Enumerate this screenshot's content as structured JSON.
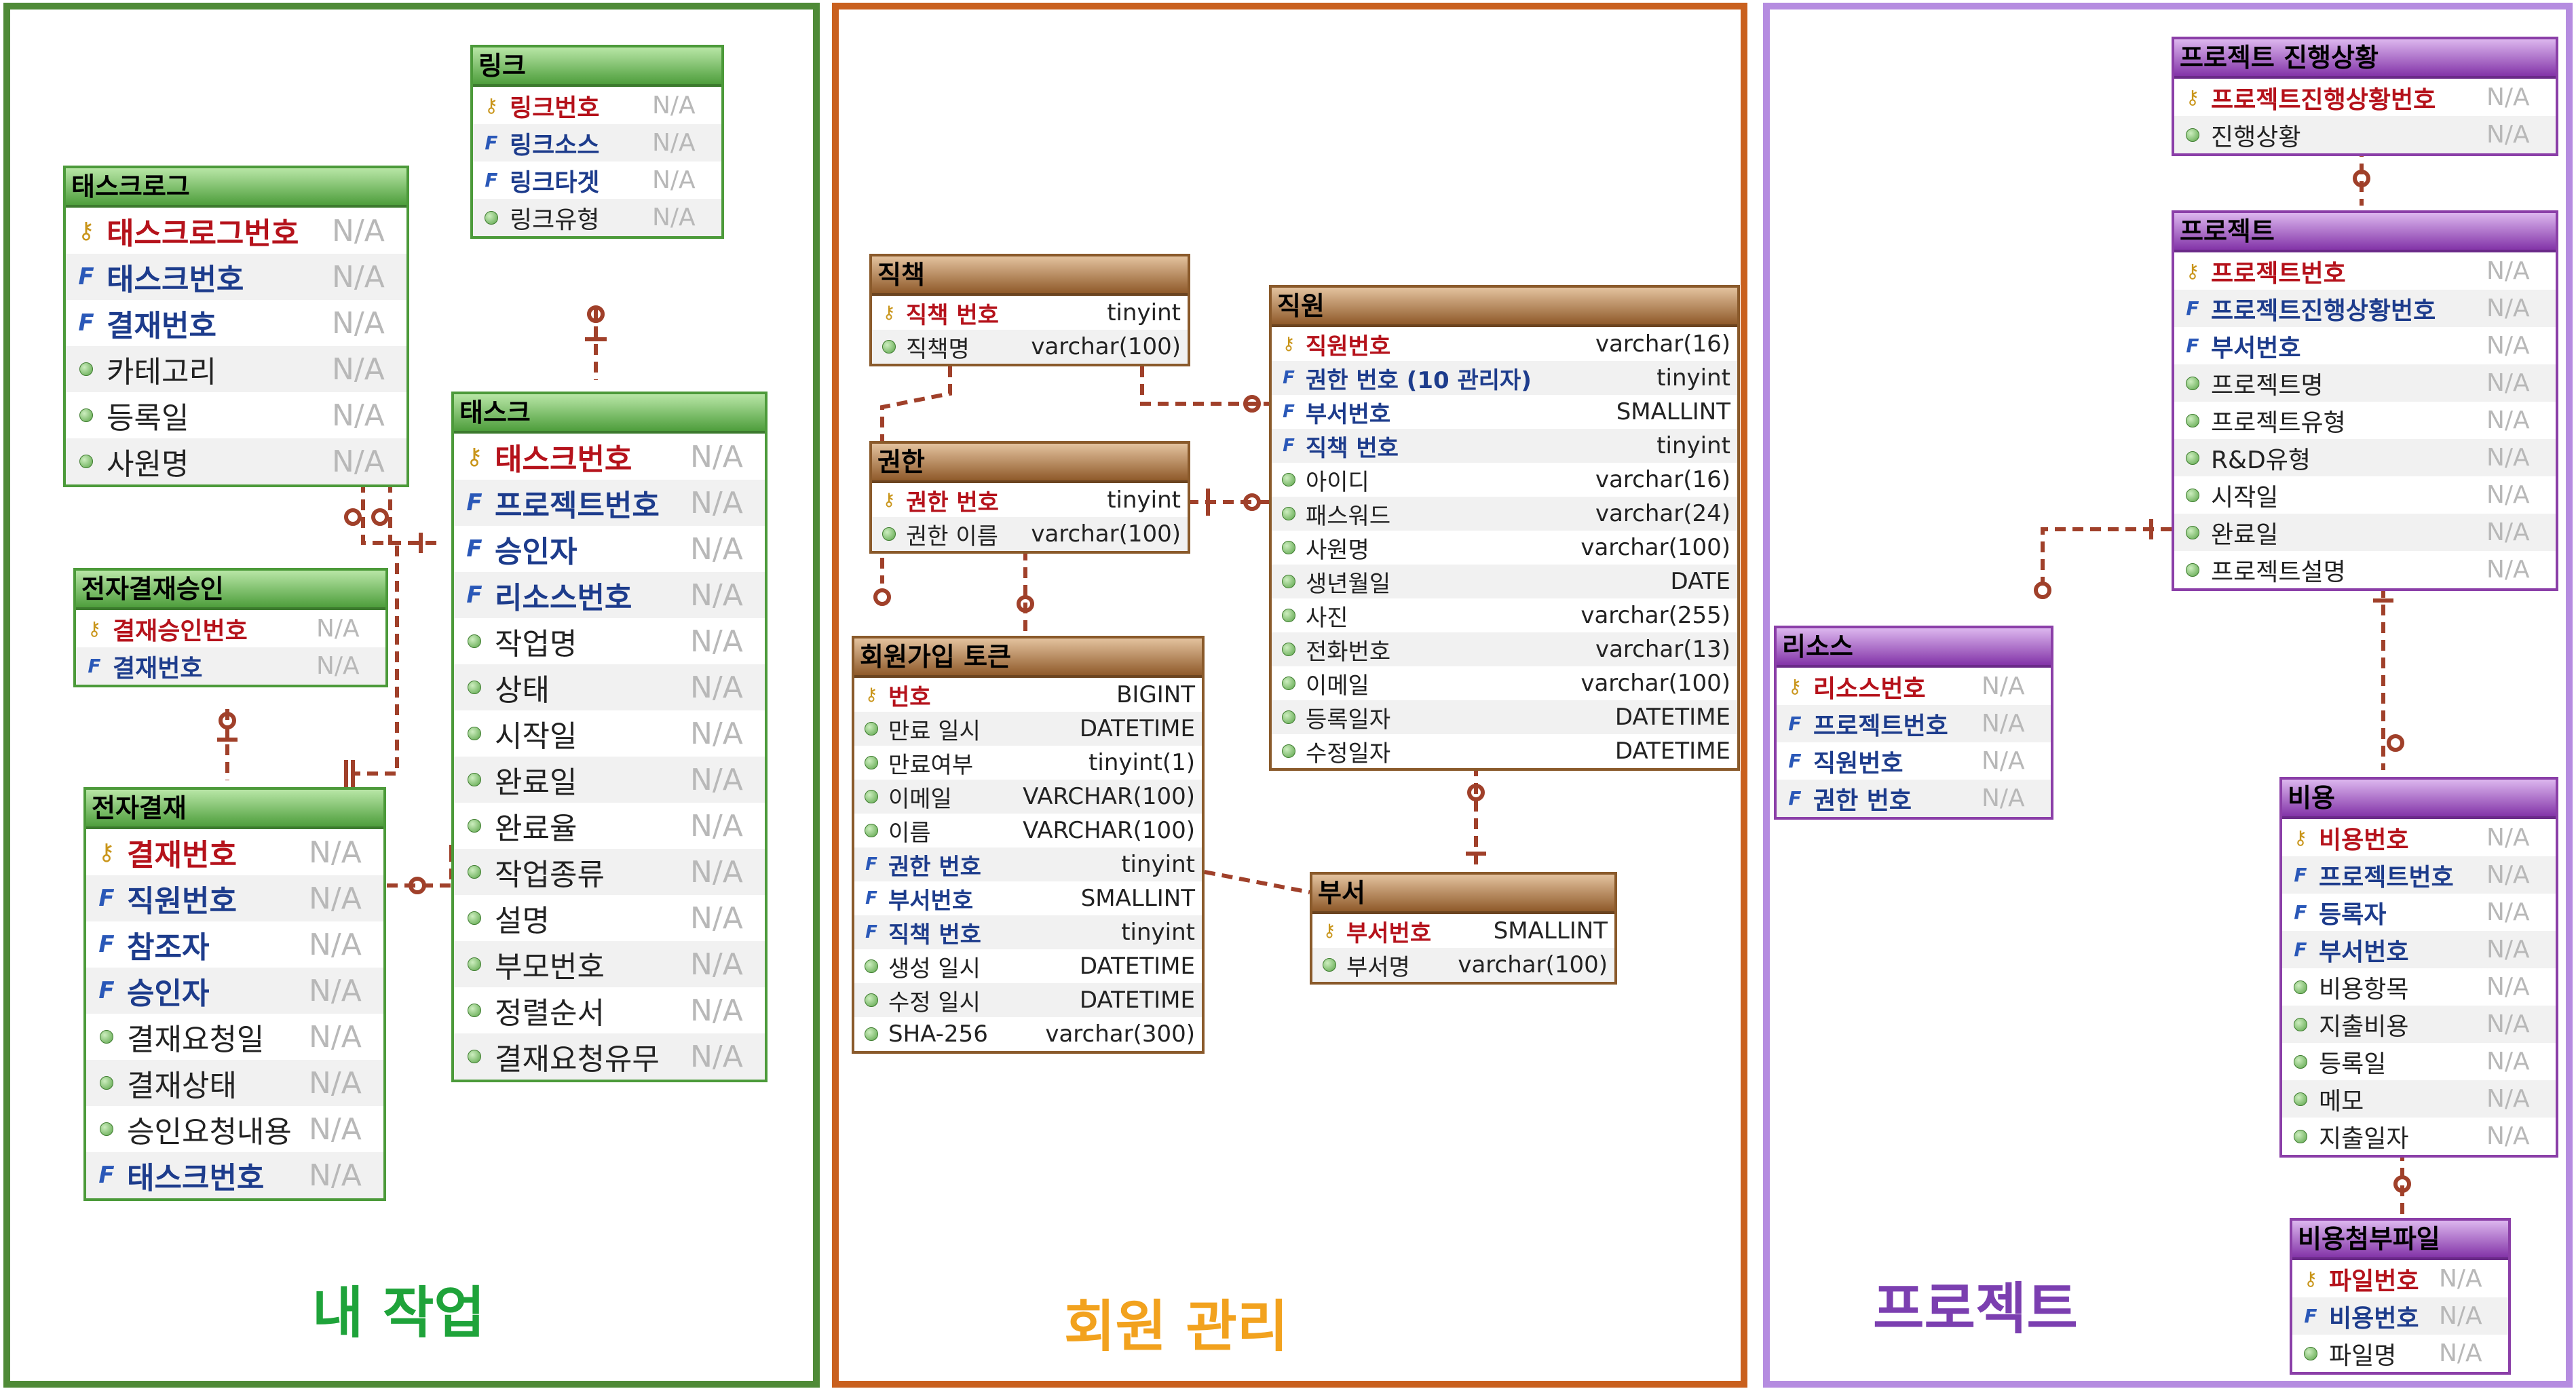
{
  "panels": {
    "work": "내 작업",
    "member": "회원 관리",
    "project": "프로젝트"
  },
  "colors": {
    "work": "#4f8a37",
    "member": "#c9601e",
    "project": "#b58ce0",
    "work_title": "#1fa33a",
    "member_title": "#f2a21e",
    "project_title": "#7b3fb0",
    "relation": "#a0402a"
  },
  "entities": [
    {
      "id": "link",
      "title": "링크",
      "rows": [
        {
          "name": "링크번호",
          "type": "N/A",
          "kind": "pk"
        },
        {
          "name": "링크소스",
          "type": "N/A",
          "kind": "fk"
        },
        {
          "name": "링크타겟",
          "type": "N/A",
          "kind": "fk"
        },
        {
          "name": "링크유형",
          "type": "N/A",
          "kind": "col"
        }
      ]
    },
    {
      "id": "tasklog",
      "title": "태스크로그",
      "rows": [
        {
          "name": "태스크로그번호",
          "type": "N/A",
          "kind": "pk"
        },
        {
          "name": "태스크번호",
          "type": "N/A",
          "kind": "fk"
        },
        {
          "name": "결재번호",
          "type": "N/A",
          "kind": "fk"
        },
        {
          "name": "카테고리",
          "type": "N/A",
          "kind": "col"
        },
        {
          "name": "등록일",
          "type": "N/A",
          "kind": "col"
        },
        {
          "name": "사원명",
          "type": "N/A",
          "kind": "col"
        }
      ]
    },
    {
      "id": "task",
      "title": "태스크",
      "rows": [
        {
          "name": "태스크번호",
          "type": "N/A",
          "kind": "pk"
        },
        {
          "name": "프로젝트번호",
          "type": "N/A",
          "kind": "fk"
        },
        {
          "name": "승인자",
          "type": "N/A",
          "kind": "fk"
        },
        {
          "name": "리소스번호",
          "type": "N/A",
          "kind": "fk"
        },
        {
          "name": "작업명",
          "type": "N/A",
          "kind": "col"
        },
        {
          "name": "상태",
          "type": "N/A",
          "kind": "col"
        },
        {
          "name": "시작일",
          "type": "N/A",
          "kind": "col"
        },
        {
          "name": "완료일",
          "type": "N/A",
          "kind": "col"
        },
        {
          "name": "완료율",
          "type": "N/A",
          "kind": "col"
        },
        {
          "name": "작업종류",
          "type": "N/A",
          "kind": "col"
        },
        {
          "name": "설명",
          "type": "N/A",
          "kind": "col"
        },
        {
          "name": "부모번호",
          "type": "N/A",
          "kind": "col"
        },
        {
          "name": "정렬순서",
          "type": "N/A",
          "kind": "col"
        },
        {
          "name": "결재요청유무",
          "type": "N/A",
          "kind": "col"
        }
      ]
    },
    {
      "id": "approval_ok",
      "title": "전자결재승인",
      "rows": [
        {
          "name": "결재승인번호",
          "type": "N/A",
          "kind": "pk"
        },
        {
          "name": "결재번호",
          "type": "N/A",
          "kind": "fk"
        }
      ]
    },
    {
      "id": "approval",
      "title": "전자결재",
      "rows": [
        {
          "name": "결재번호",
          "type": "N/A",
          "kind": "pk"
        },
        {
          "name": "직원번호",
          "type": "N/A",
          "kind": "fk"
        },
        {
          "name": "참조자",
          "type": "N/A",
          "kind": "fk"
        },
        {
          "name": "승인자",
          "type": "N/A",
          "kind": "fk"
        },
        {
          "name": "결재요청일",
          "type": "N/A",
          "kind": "col"
        },
        {
          "name": "결재상태",
          "type": "N/A",
          "kind": "col"
        },
        {
          "name": "승인요청내용",
          "type": "N/A",
          "kind": "col"
        },
        {
          "name": "태스크번호",
          "type": "N/A",
          "kind": "fk"
        }
      ]
    },
    {
      "id": "position",
      "title": "직책",
      "rows": [
        {
          "name": "직책 번호",
          "type": "tinyint",
          "kind": "pk"
        },
        {
          "name": "직책명",
          "type": "varchar(100)",
          "kind": "col"
        }
      ]
    },
    {
      "id": "authority",
      "title": "권한",
      "rows": [
        {
          "name": "권한 번호",
          "type": "tinyint",
          "kind": "pk"
        },
        {
          "name": "권한 이름",
          "type": "varchar(100)",
          "kind": "col"
        }
      ]
    },
    {
      "id": "employee",
      "title": "직원",
      "rows": [
        {
          "name": "직원번호",
          "type": "varchar(16)",
          "kind": "pk"
        },
        {
          "name": "권한 번호 (10 관리자)",
          "type": "tinyint",
          "kind": "fk"
        },
        {
          "name": "부서번호",
          "type": "SMALLINT",
          "kind": "fk"
        },
        {
          "name": "직책 번호",
          "type": "tinyint",
          "kind": "fk"
        },
        {
          "name": "아이디",
          "type": "varchar(16)",
          "kind": "col"
        },
        {
          "name": "패스워드",
          "type": "varchar(24)",
          "kind": "col"
        },
        {
          "name": "사원명",
          "type": "varchar(100)",
          "kind": "col"
        },
        {
          "name": "생년월일",
          "type": "DATE",
          "kind": "col"
        },
        {
          "name": "사진",
          "type": "varchar(255)",
          "kind": "col"
        },
        {
          "name": "전화번호",
          "type": "varchar(13)",
          "kind": "col"
        },
        {
          "name": "이메일",
          "type": "varchar(100)",
          "kind": "col"
        },
        {
          "name": "등록일자",
          "type": "DATETIME",
          "kind": "col"
        },
        {
          "name": "수정일자",
          "type": "DATETIME",
          "kind": "col"
        }
      ]
    },
    {
      "id": "signup",
      "title": "회원가입 토큰",
      "rows": [
        {
          "name": "번호",
          "type": "BIGINT",
          "kind": "pk"
        },
        {
          "name": "만료 일시",
          "type": "DATETIME",
          "kind": "col"
        },
        {
          "name": "만료여부",
          "type": "tinyint(1)",
          "kind": "col"
        },
        {
          "name": "이메일",
          "type": "VARCHAR(100)",
          "kind": "col"
        },
        {
          "name": "이름",
          "type": "VARCHAR(100)",
          "kind": "col"
        },
        {
          "name": "권한 번호",
          "type": "tinyint",
          "kind": "fk"
        },
        {
          "name": "부서번호",
          "type": "SMALLINT",
          "kind": "fk"
        },
        {
          "name": "직책 번호",
          "type": "tinyint",
          "kind": "fk"
        },
        {
          "name": "생성 일시",
          "type": "DATETIME",
          "kind": "col"
        },
        {
          "name": "수정 일시",
          "type": "DATETIME",
          "kind": "col"
        },
        {
          "name": "SHA-256",
          "type": "varchar(300)",
          "kind": "col"
        }
      ]
    },
    {
      "id": "dept",
      "title": "부서",
      "rows": [
        {
          "name": "부서번호",
          "type": "SMALLINT",
          "kind": "pk"
        },
        {
          "name": "부서명",
          "type": "varchar(100)",
          "kind": "col"
        }
      ]
    },
    {
      "id": "progress",
      "title": "프로젝트 진행상황",
      "rows": [
        {
          "name": "프로젝트진행상황번호",
          "type": "N/A",
          "kind": "pk"
        },
        {
          "name": "진행상황",
          "type": "N/A",
          "kind": "col"
        }
      ]
    },
    {
      "id": "project",
      "title": "프로젝트",
      "rows": [
        {
          "name": "프로젝트번호",
          "type": "N/A",
          "kind": "pk"
        },
        {
          "name": "프로젝트진행상황번호",
          "type": "N/A",
          "kind": "fk"
        },
        {
          "name": "부서번호",
          "type": "N/A",
          "kind": "fk"
        },
        {
          "name": "프로젝트명",
          "type": "N/A",
          "kind": "col"
        },
        {
          "name": "프로젝트유형",
          "type": "N/A",
          "kind": "col"
        },
        {
          "name": "R&D유형",
          "type": "N/A",
          "kind": "col"
        },
        {
          "name": "시작일",
          "type": "N/A",
          "kind": "col"
        },
        {
          "name": "완료일",
          "type": "N/A",
          "kind": "col"
        },
        {
          "name": "프로젝트설명",
          "type": "N/A",
          "kind": "col"
        }
      ]
    },
    {
      "id": "resource",
      "title": "리소스",
      "rows": [
        {
          "name": "리소스번호",
          "type": "N/A",
          "kind": "pk"
        },
        {
          "name": "프로젝트번호",
          "type": "N/A",
          "kind": "fk"
        },
        {
          "name": "직원번호",
          "type": "N/A",
          "kind": "fk"
        },
        {
          "name": "권한 번호",
          "type": "N/A",
          "kind": "fk"
        }
      ]
    },
    {
      "id": "cost",
      "title": "비용",
      "rows": [
        {
          "name": "비용번호",
          "type": "N/A",
          "kind": "pk"
        },
        {
          "name": "프로젝트번호",
          "type": "N/A",
          "kind": "fk"
        },
        {
          "name": "등록자",
          "type": "N/A",
          "kind": "fk"
        },
        {
          "name": "부서번호",
          "type": "N/A",
          "kind": "fk"
        },
        {
          "name": "비용항목",
          "type": "N/A",
          "kind": "col"
        },
        {
          "name": "지출비용",
          "type": "N/A",
          "kind": "col"
        },
        {
          "name": "등록일",
          "type": "N/A",
          "kind": "col"
        },
        {
          "name": "메모",
          "type": "N/A",
          "kind": "col"
        },
        {
          "name": "지출일자",
          "type": "N/A",
          "kind": "col"
        }
      ]
    },
    {
      "id": "attach",
      "title": "비용첨부파일",
      "rows": [
        {
          "name": "파일번호",
          "type": "N/A",
          "kind": "pk"
        },
        {
          "name": "비용번호",
          "type": "N/A",
          "kind": "fk"
        },
        {
          "name": "파일명",
          "type": "N/A",
          "kind": "col"
        }
      ]
    }
  ]
}
